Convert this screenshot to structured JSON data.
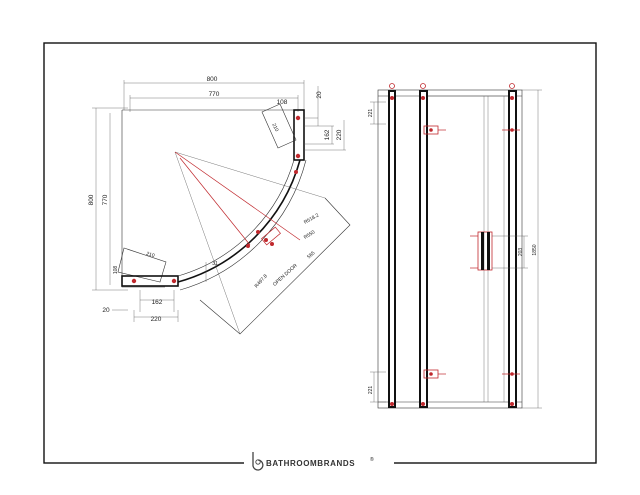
{
  "plan": {
    "dim_overall_width": "800",
    "dim_inner_width": "770",
    "dim_overall_depth": "800",
    "dim_inner_depth": "770",
    "dim_top_offset": "20",
    "dim_top_tray": "108",
    "dim_right_162": "162",
    "dim_right_220": "220",
    "dim_side_210": "210",
    "dim_bottom_210": "210",
    "dim_bottom_108": "108",
    "dim_bottom_31": "31",
    "dim_bottom_162": "162",
    "dim_bottom_220": "220",
    "dim_bottom_20": "20",
    "dim_radius_a": "R518.2",
    "dim_radius_b": "R550",
    "dim_radius_c": "R497.8",
    "dim_open_door": "OPEN DOOR",
    "dim_open_door_value": "565"
  },
  "elevation": {
    "dim_height": "1850",
    "dim_top_gap": "221",
    "dim_bottom_gap": "221",
    "dim_handle": "203"
  },
  "brand": {
    "name": "BATHROOMBRANDS",
    "mark": "®"
  },
  "colors": {
    "accent_red": "#c0282d",
    "frame": "#111111"
  }
}
